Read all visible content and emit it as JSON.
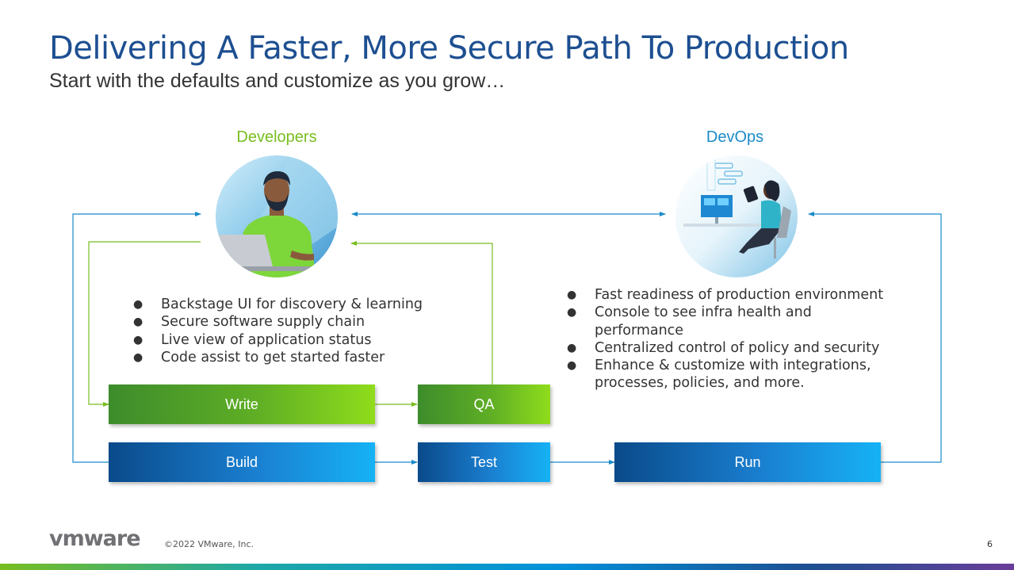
{
  "slide": {
    "title": "Delivering A Faster, More Secure Path To Production",
    "subtitle": "Start with the defaults and customize as you grow…",
    "page_number": "6"
  },
  "personas": {
    "developers": {
      "label": "Developers",
      "color": "#78be20",
      "bullets": [
        "Backstage UI for discovery & learning",
        "Secure software supply chain",
        "Live view of application status",
        "Code assist to get started faster"
      ]
    },
    "devops": {
      "label": "DevOps",
      "color": "#1a8bc9",
      "bullets": [
        "Fast readiness of production environment",
        "Console to see infra health and performance",
        "Centralized control of policy and security",
        "Enhance & customize  with integrations, processes, policies, and more."
      ]
    }
  },
  "stages": {
    "write": "Write",
    "qa": "QA",
    "build": "Build",
    "test": "Test",
    "run": "Run"
  },
  "footer": {
    "logo_text": "vmware",
    "copyright": "©2022 VMware, Inc."
  },
  "colors": {
    "title": "#1d4f91",
    "green_flow": "#78be20",
    "blue_flow": "#1a8bc9"
  }
}
